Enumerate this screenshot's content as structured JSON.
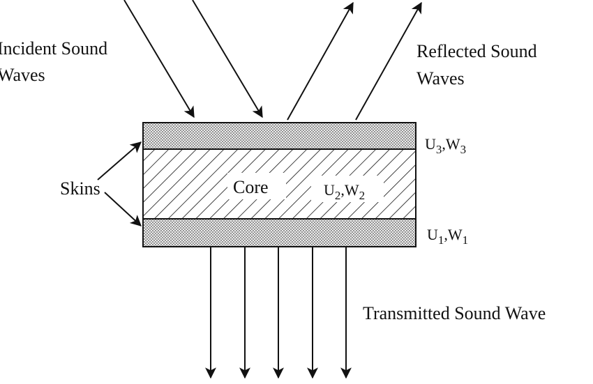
{
  "labels": {
    "incident_line1": "Incident Sound",
    "incident_line2": "Waves",
    "reflected_line1": "Reflected Sound",
    "reflected_line2": "Waves",
    "transmitted": "Transmitted Sound Wave",
    "skins": "Skins",
    "core": "Core"
  },
  "layers": {
    "top_skin": {
      "u": "U",
      "u_sub": "3",
      "w": "W",
      "w_sub": "3"
    },
    "core": {
      "u": "U",
      "u_sub": "2",
      "w": "W",
      "w_sub": "2"
    },
    "bottom_skin": {
      "u": "U",
      "u_sub": "1",
      "w": "W",
      "w_sub": "1"
    }
  },
  "colors": {
    "ink": "#111111",
    "skin_fill": "#d8d8d8",
    "background": "#ffffff"
  }
}
